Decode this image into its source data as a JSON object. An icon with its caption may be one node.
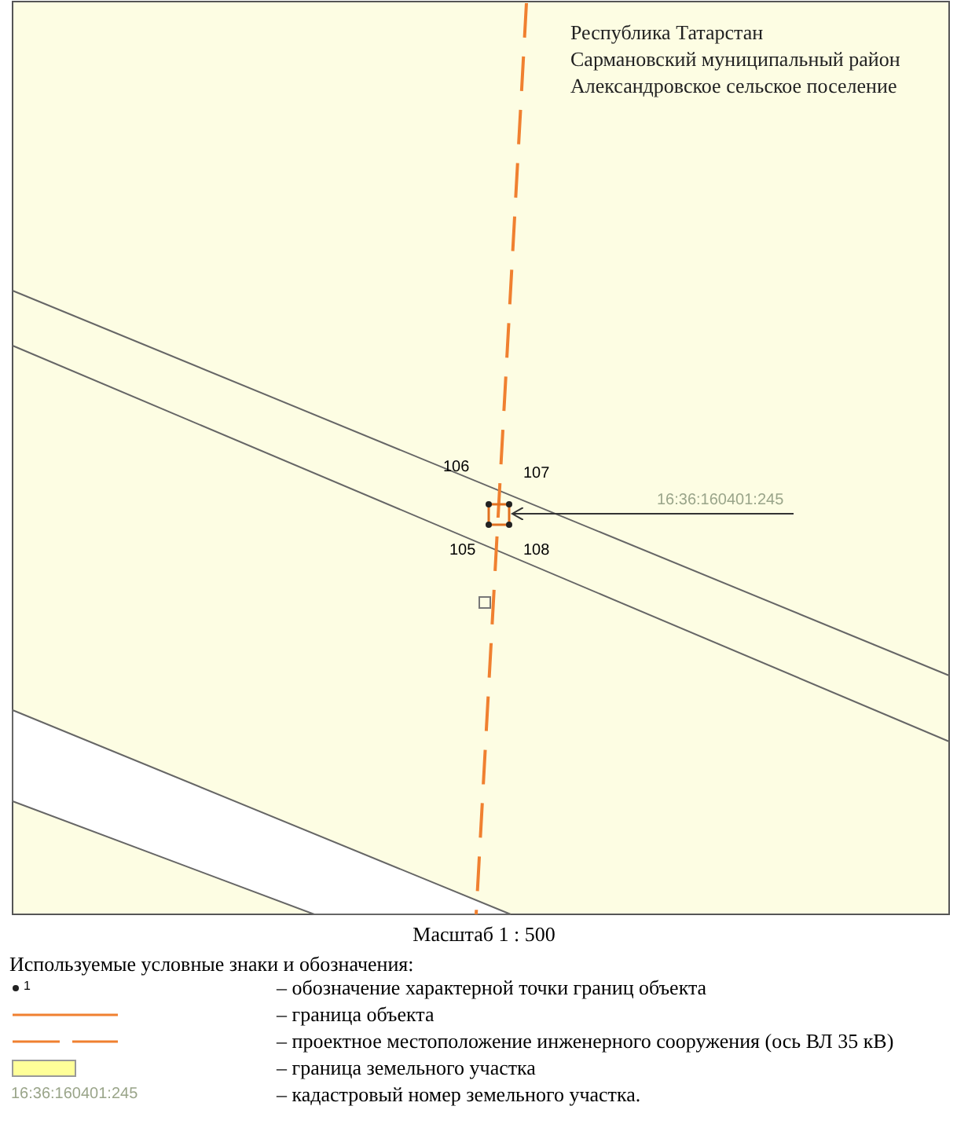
{
  "diagram": {
    "caption": "Масштаб 1 : 500",
    "nodes": [
      {
        "text": [
          "16:36:160401:245"
        ]
      },
      {
        "text": [],
        "shape": "box"
      }
    ],
    "edges": [
      {
        "from": 0,
        "to": 1,
        "arrow": "to"
      }
    ],
    "labels": [
      "Республика Татарстан",
      "Сармановский муниципальный район",
      "Александровское сельское поселение",
      "106",
      "107",
      "105",
      "108",
      "Используемые условные знаки и обозначения:",
      "1",
      "16:36:160401:245"
    ],
    "legend": [
      {
        "text": "– обозначение характерной точки границ объекта"
      },
      {
        "text": "– граница объекта"
      },
      {
        "text": "– проектное местоположение инженерного сооружения (ось ВЛ 35 кВ)"
      },
      {
        "text": "– граница земельного участка",
        "color": "#ffff99"
      },
      {
        "text": "– кадастровый номер земельного участка."
      }
    ]
  }
}
